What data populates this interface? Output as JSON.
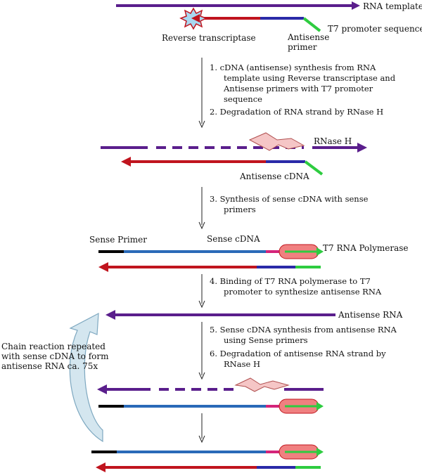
{
  "colors": {
    "rna": "#5a1e8c",
    "antisense_cdna": "#c0141e",
    "primer": "#2a2aa8",
    "t7": "#2ecc40",
    "sense_cdna": "#2a6ab8",
    "sense_primer": "#000000",
    "junction": "#d4247a",
    "polymerase_fill": "#f08080",
    "polymerase_stroke": "#c0141e",
    "rnase_fill": "#f5c6c6",
    "rt_fill": "#a8d8f0",
    "arrow": "#222222",
    "chain_arrow_fill": "#d4e6ef",
    "chain_arrow_stroke": "#7ea8c0"
  },
  "labels": {
    "rna_template": "RNA template",
    "t7_promoter": "T7 promoter sequence",
    "reverse_transcriptase": "Reverse transcriptase",
    "antisense_primer": [
      "Antisense",
      "primer"
    ],
    "rnase_h": "RNase H",
    "antisense_cdna": "Antisense cDNA",
    "sense_primer": "Sense Primer",
    "sense_cdna": "Sense cDNA",
    "t7_polymerase": "T7 RNA Polymerase",
    "antisense_rna": "Antisense RNA",
    "chain_reaction": [
      "Chain reaction repeated",
      "with sense cDNA to form",
      "antisense RNA ca. 75x"
    ]
  },
  "steps": {
    "block1": [
      "1.  cDNA (antisense) synthesis from RNA",
      "template using Reverse transcriptase and",
      "Antisense primers with T7 promoter",
      "sequence",
      "2.  Degradation of RNA strand by RNase H"
    ],
    "block2": [
      "3. Synthesis of sense cDNA with sense",
      "primers"
    ],
    "block3": [
      "4. Binding of T7 RNA polymerase to T7",
      "promoter to synthesize antisense RNA"
    ],
    "block4": [
      "5. Sense cDNA synthesis from antisense RNA",
      "using Sense primers",
      "6. Degradation of antisense RNA strand by",
      "RNase H"
    ]
  }
}
